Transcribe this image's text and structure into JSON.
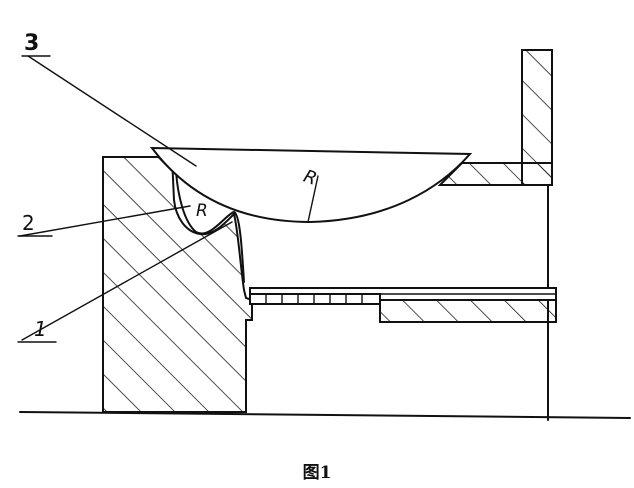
{
  "labels": {
    "part_3": "3",
    "part_2": "2",
    "part_1": "1",
    "radius_large": "R",
    "radius_small": "R"
  },
  "caption": "图1"
}
